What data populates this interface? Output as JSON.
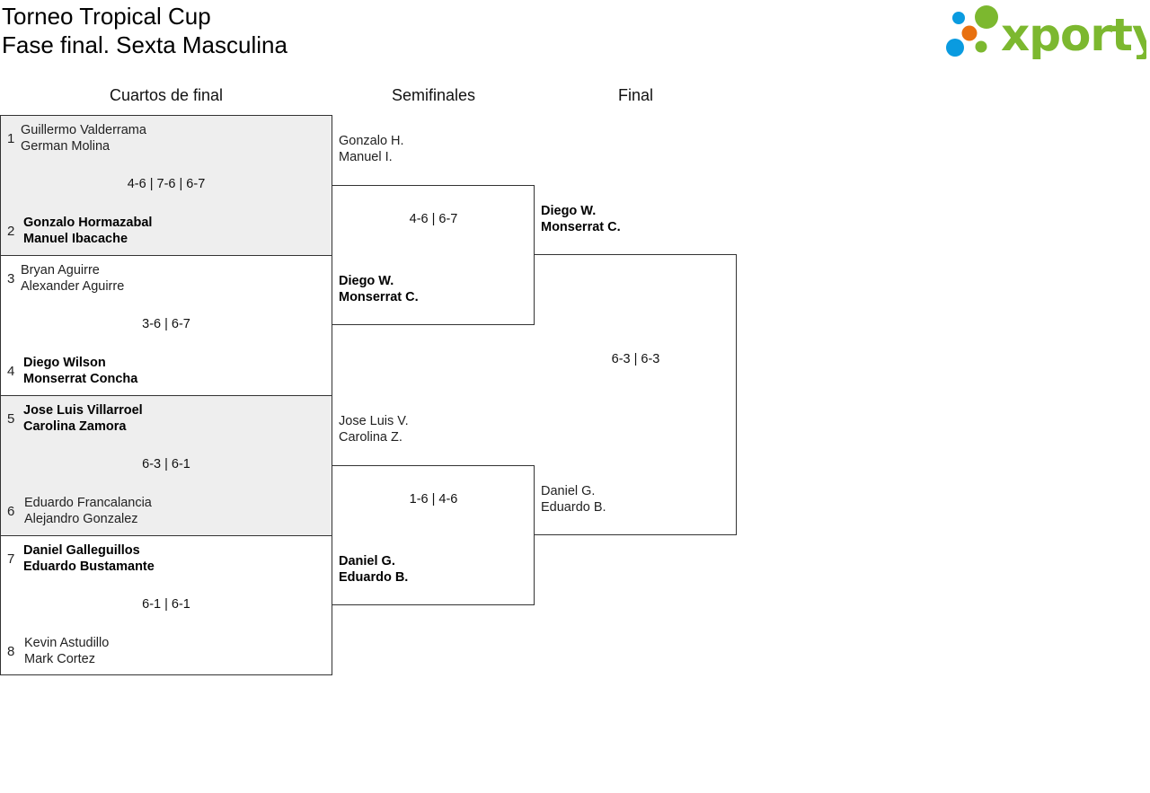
{
  "header": {
    "title_line1": "Torneo Tropical Cup",
    "title_line2": "Fase final. Sexta Masculina",
    "logo_text": "xporty"
  },
  "columns": {
    "qf": "Cuartos de final",
    "sf": "Semifinales",
    "final": "Final"
  },
  "qf": [
    {
      "seed_a": "1",
      "a1": "Guillermo Valderrama",
      "a2": "German Molina",
      "score": "4-6 | 7-6 | 6-7",
      "seed_b": "2",
      "b1": "Gonzalo Hormazabal",
      "b2": "Manuel Ibacache",
      "winner": "b"
    },
    {
      "seed_a": "3",
      "a1": "Bryan Aguirre",
      "a2": "Alexander Aguirre",
      "score": "3-6 | 6-7",
      "seed_b": "4",
      "b1": "Diego Wilson",
      "b2": "Monserrat Concha",
      "winner": "b"
    },
    {
      "seed_a": "5",
      "a1": "Jose Luis Villarroel",
      "a2": "Carolina Zamora",
      "score": "6-3 | 6-1",
      "seed_b": "6",
      "b1": "Eduardo Francalancia",
      "b2": "Alejandro Gonzalez",
      "winner": "a"
    },
    {
      "seed_a": "7",
      "a1": "Daniel Galleguillos",
      "a2": "Eduardo Bustamante",
      "score": "6-1 | 6-1",
      "seed_b": "8",
      "b1": "Kevin Astudillo",
      "b2": "Mark Cortez",
      "winner": "a"
    }
  ],
  "sf": [
    {
      "a1": "Gonzalo H.",
      "a2": "Manuel I.",
      "score": "4-6 | 6-7",
      "b1": "Diego W.",
      "b2": "Monserrat C.",
      "winner": "b"
    },
    {
      "a1": "Jose Luis V.",
      "a2": "Carolina Z.",
      "score": "1-6 | 4-6",
      "b1": "Daniel G.",
      "b2": "Eduardo B.",
      "winner": "b"
    }
  ],
  "final": {
    "a1": "Diego W.",
    "a2": "Monserrat C.",
    "score": "6-3 | 6-3",
    "b1": "Daniel G.",
    "b2": "Eduardo B.",
    "winner": "a"
  },
  "colors": {
    "green": "#7cb82f",
    "blue": "#0a9be0",
    "orange": "#e8700f",
    "shade": "#eeeeee"
  }
}
